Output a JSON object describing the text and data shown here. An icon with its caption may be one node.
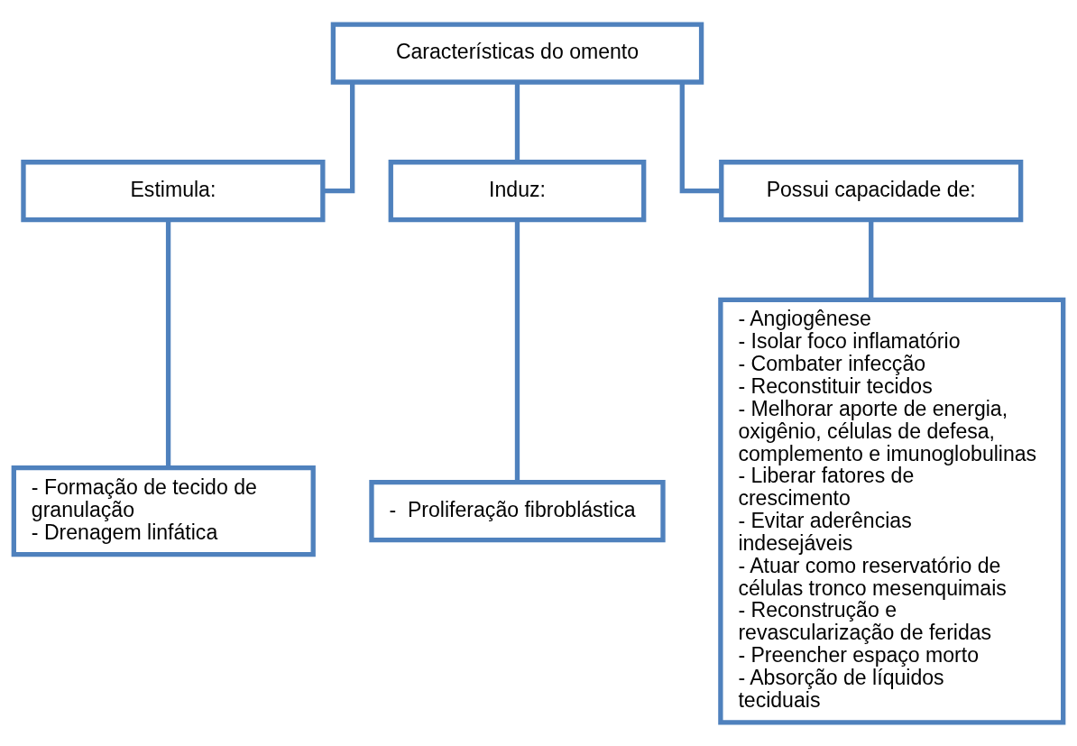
{
  "diagram": {
    "nodes": [
      {
        "text": [
          "Características do omento"
        ]
      },
      {
        "text": [
          "Estimula:"
        ]
      },
      {
        "text": [
          "Induz:"
        ]
      },
      {
        "text": [
          "Possui capacidade de:"
        ]
      },
      {
        "text": [
          "- Formação de tecido de granulação",
          "- Drenagem linfática"
        ]
      },
      {
        "text": [
          "-  Proliferação fibroblástica"
        ]
      },
      {
        "text": [
          "- Angiogênese",
          "- Isolar foco inflamatório",
          "- Combater infecção",
          "- Reconstituir tecidos",
          "- Melhorar aporte de energia, oxigênio, células de defesa, complemento e imunoglobulinas",
          "- Liberar fatores de crescimento",
          "- Evitar aderências indesejáveis",
          "- Atuar como reservatório de células tronco mesenquimais",
          "- Reconstrução e revascularização de feridas",
          "- Preencher espaço morto",
          "- Absorção de líquidos teciduais"
        ]
      }
    ],
    "edges": [
      {
        "from": 0,
        "to": 1,
        "arrow": "none"
      },
      {
        "from": 0,
        "to": 2,
        "arrow": "none"
      },
      {
        "from": 0,
        "to": 3,
        "arrow": "none"
      },
      {
        "from": 1,
        "to": 4,
        "arrow": "none"
      },
      {
        "from": 2,
        "to": 5,
        "arrow": "none"
      },
      {
        "from": 3,
        "to": 6,
        "arrow": "none"
      }
    ]
  }
}
